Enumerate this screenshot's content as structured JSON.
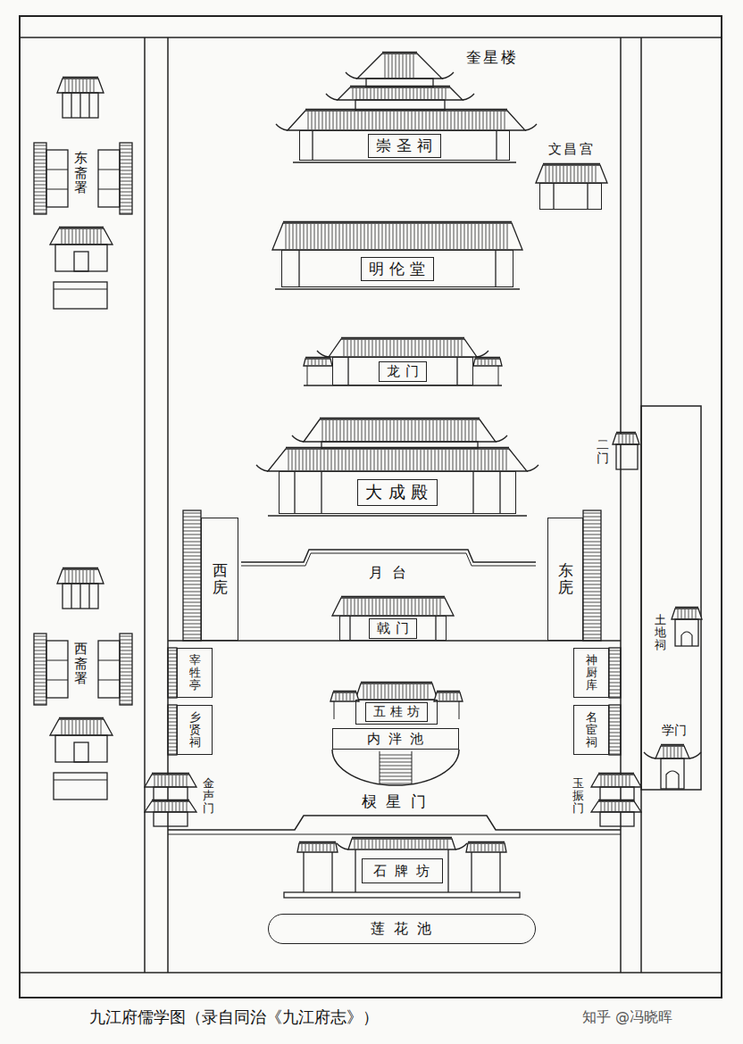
{
  "diagram": {
    "caption": "九江府儒学图（录自同治《九江府志》）",
    "nodes": [
      {
        "text": [
          "奎星楼",
          "崇圣祠"
        ]
      },
      {
        "text": [
          "文昌宫"
        ]
      },
      {
        "text": [
          "东斋署"
        ]
      },
      {
        "text": [
          "明伦堂"
        ]
      },
      {
        "text": [
          "龙门"
        ]
      },
      {
        "text": [
          "二门"
        ]
      },
      {
        "text": [
          "大成殿"
        ]
      },
      {
        "text": [
          "西庑"
        ]
      },
      {
        "text": [
          "东庑"
        ]
      },
      {
        "text": [
          "月台"
        ]
      },
      {
        "text": [
          "西斋署"
        ]
      },
      {
        "text": [
          "戟门"
        ]
      },
      {
        "text": [
          "土地祠"
        ]
      },
      {
        "text": [
          "宰牲亭"
        ]
      },
      {
        "text": [
          "神厨库"
        ]
      },
      {
        "text": [
          "五桂坊"
        ]
      },
      {
        "text": [
          "乡贤祠"
        ]
      },
      {
        "text": [
          "名宦祠"
        ]
      },
      {
        "text": [
          "内泮池"
        ]
      },
      {
        "text": [
          "学门"
        ]
      },
      {
        "text": [
          "金声门"
        ]
      },
      {
        "text": [
          "棂星门"
        ]
      },
      {
        "text": [
          "玉振门"
        ]
      },
      {
        "text": [
          "石牌坊"
        ]
      },
      {
        "text": [
          "莲花池"
        ]
      }
    ],
    "labels": [
      "知乎 @冯晓晖"
    ]
  }
}
